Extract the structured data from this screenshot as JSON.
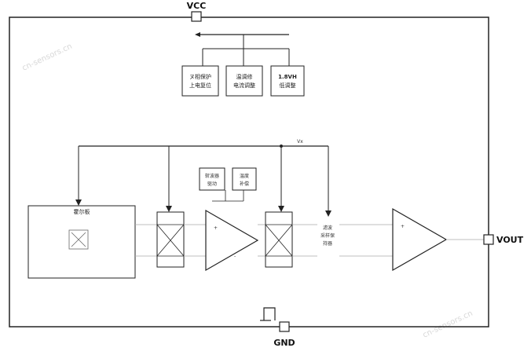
{
  "pins": {
    "vcc": "VCC",
    "gnd": "GND",
    "vout": "VOUT"
  },
  "top_blocks": [
    {
      "line1": "ヌ相保护",
      "line2": "上电复位"
    },
    {
      "line1": "温调修",
      "line2": "电流调整"
    },
    {
      "line1": "1.8VH",
      "line2": "低调整"
    }
  ],
  "sensor_label": "霍尔板",
  "sub_blocks": [
    {
      "line1": "斩波器",
      "line2": "驱动"
    },
    {
      "line1": "温度",
      "line2": "补偿"
    }
  ],
  "filter_label": {
    "line1": "滤波",
    "line2": "采样保",
    "line3": "持器"
  },
  "bias_label": "Vx",
  "comparator": {
    "plus": "+",
    "minus": "-"
  },
  "watermarks": [
    "cn-sensors.cn",
    "cn-sensors.cn"
  ]
}
